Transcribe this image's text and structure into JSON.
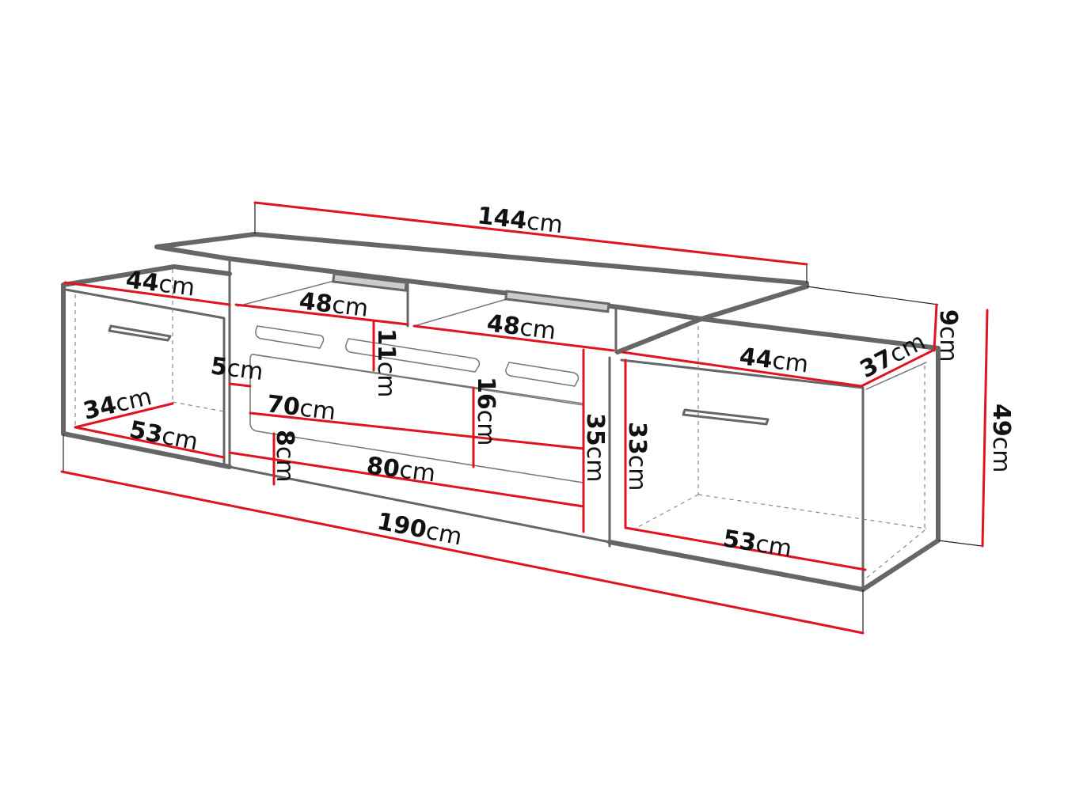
{
  "diagram": {
    "subject": "TV stand cabinet with top shelf — dimension drawing",
    "colors": {
      "dimension_line": "#e0141e",
      "outline": "#666666",
      "text": "#111111",
      "background": "#ffffff"
    },
    "unit": "cm",
    "dimensions": {
      "top_shelf_width": {
        "value": "144",
        "unit": "cm"
      },
      "left_cabinet_top": {
        "value": "44",
        "unit": "cm"
      },
      "left_cabinet_depth": {
        "value": "34",
        "unit": "cm"
      },
      "left_cabinet_bottom": {
        "value": "53",
        "unit": "cm"
      },
      "left_shelf_width": {
        "value": "48",
        "unit": "cm"
      },
      "right_shelf_width": {
        "value": "48",
        "unit": "cm"
      },
      "top_drawer_height": {
        "value": "11",
        "unit": "cm"
      },
      "side_gap": {
        "value": "5",
        "unit": "cm"
      },
      "drawer_width": {
        "value": "70",
        "unit": "cm"
      },
      "drawer_height": {
        "value": "16",
        "unit": "cm"
      },
      "plinth_height": {
        "value": "8",
        "unit": "cm"
      },
      "middle_width": {
        "value": "80",
        "unit": "cm"
      },
      "middle_height": {
        "value": "35",
        "unit": "cm"
      },
      "right_cabinet_height": {
        "value": "33",
        "unit": "cm"
      },
      "right_cabinet_top": {
        "value": "44",
        "unit": "cm"
      },
      "right_cabinet_depth": {
        "value": "37",
        "unit": "cm"
      },
      "shelf_height": {
        "value": "9",
        "unit": "cm"
      },
      "total_height": {
        "value": "49",
        "unit": "cm"
      },
      "right_cabinet_bottom": {
        "value": "53",
        "unit": "cm"
      },
      "total_width": {
        "value": "190",
        "unit": "cm"
      }
    }
  }
}
